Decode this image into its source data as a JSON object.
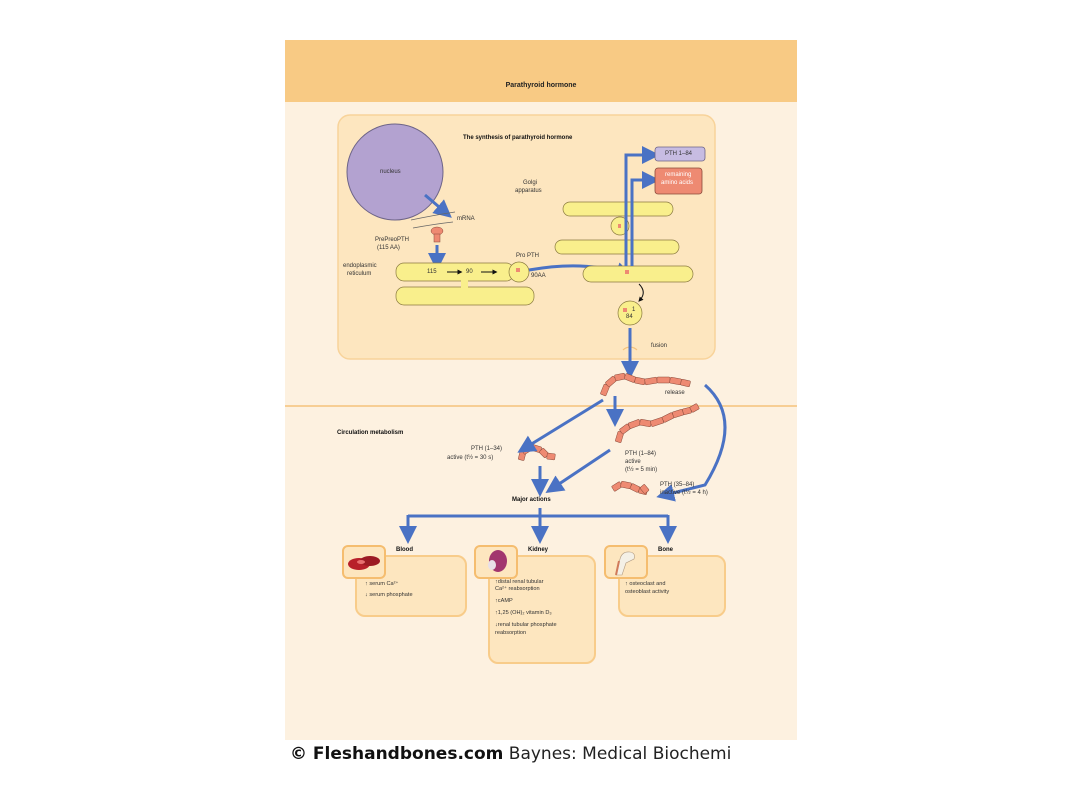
{
  "figure": {
    "title": "Parathyroid hormone",
    "synthesis_panel": {
      "title": "The synthesis of parathyroid hormone",
      "labels": {
        "nucleus": "nucleus",
        "mrna": "mRNA",
        "preprepth": "PrePreoPTH",
        "preprepth_aa": "(115 AA)",
        "er": "endoplasmic",
        "er2": "reticulum",
        "n115": "115",
        "n90": "90",
        "propth": "Pro PTH",
        "aa90": "90AA",
        "golgi": "Golgi",
        "golgi2": "apparatus",
        "pth184": "PTH 1–84",
        "remaining": "remaining",
        "remaining2": "amino acids",
        "v1": "1",
        "v84": "84",
        "fusion": "fusion"
      }
    },
    "release_label": "release",
    "circulation": {
      "title": "Circulation metabolism",
      "pth134": "PTH (1–34)",
      "pth134_half": "active (t½ = 30 s)",
      "pth184": "PTH (1–84)",
      "pth184_active": "active",
      "pth184_half": "(t½ = 5 min)",
      "pth3584": "PTH (35–84)",
      "pth3584_half": "inactive (t½ = 4 h)",
      "major_actions": "Major actions"
    },
    "actions": [
      {
        "title": "Blood",
        "icon": "blood-cells-icon",
        "lines": [
          "↑ serum Ca²⁺",
          "↓ serum phosphate"
        ]
      },
      {
        "title": "Kidney",
        "icon": "kidney-icon",
        "lines": [
          "↑distal renal tubular",
          "  Ca²⁺ reabsorption",
          "↑cAMP",
          "↑1,25 (OH)₂ vitamin D₃",
          "↓renal tubular phosphate",
          "  reabsorption"
        ]
      },
      {
        "title": "Bone",
        "icon": "bone-icon",
        "lines": [
          "↑ osteoclast and",
          "  osteoblast activity"
        ]
      }
    ],
    "colors": {
      "header": "#f8ca84",
      "background": "#fdf1e0",
      "arrow": "#4a72c4",
      "nucleus": "#b3a2d0",
      "organelle": "#f9ef8c",
      "peptide": "#ee8a72"
    }
  },
  "caption": {
    "brand": "© Fleshandbones.com",
    "text": " Baynes: Medical Biochemi"
  }
}
